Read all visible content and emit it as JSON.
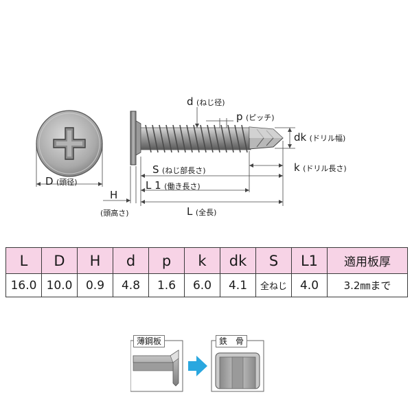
{
  "diagram": {
    "labels": {
      "d": {
        "symbol": "d",
        "note": "(ねじ径)"
      },
      "p": {
        "symbol": "p",
        "note": "(ピッチ)"
      },
      "dk": {
        "symbol": "dk",
        "note": "(ドリル幅)"
      },
      "k": {
        "symbol": "k",
        "note": "(ドリル長さ)"
      },
      "S": {
        "symbol": "S",
        "note": "(ねじ部長さ)"
      },
      "L1": {
        "symbol": "L 1",
        "note": "(働き長さ)"
      },
      "L": {
        "symbol": "L",
        "note": "(全長)"
      },
      "D": {
        "symbol": "D",
        "note": "(頭径)"
      },
      "H": {
        "symbol": "H",
        "note": "(頭高さ)"
      }
    }
  },
  "spec_table": {
    "headers": [
      "L",
      "D",
      "H",
      "d",
      "p",
      "k",
      "dk",
      "S",
      "L1",
      "適用板厚"
    ],
    "row": [
      "16.0",
      "10.0",
      "0.9",
      "4.8",
      "1.6",
      "6.0",
      "4.1",
      "全ねじ",
      "4.0",
      "3.2㎜まで"
    ]
  },
  "application": {
    "from_label": "薄鋼板",
    "to_label": "鉄　骨"
  },
  "colors": {
    "header_bg": "#f7d3e6",
    "arrow": "#2aa7df",
    "steel": "#8f8f8f"
  }
}
